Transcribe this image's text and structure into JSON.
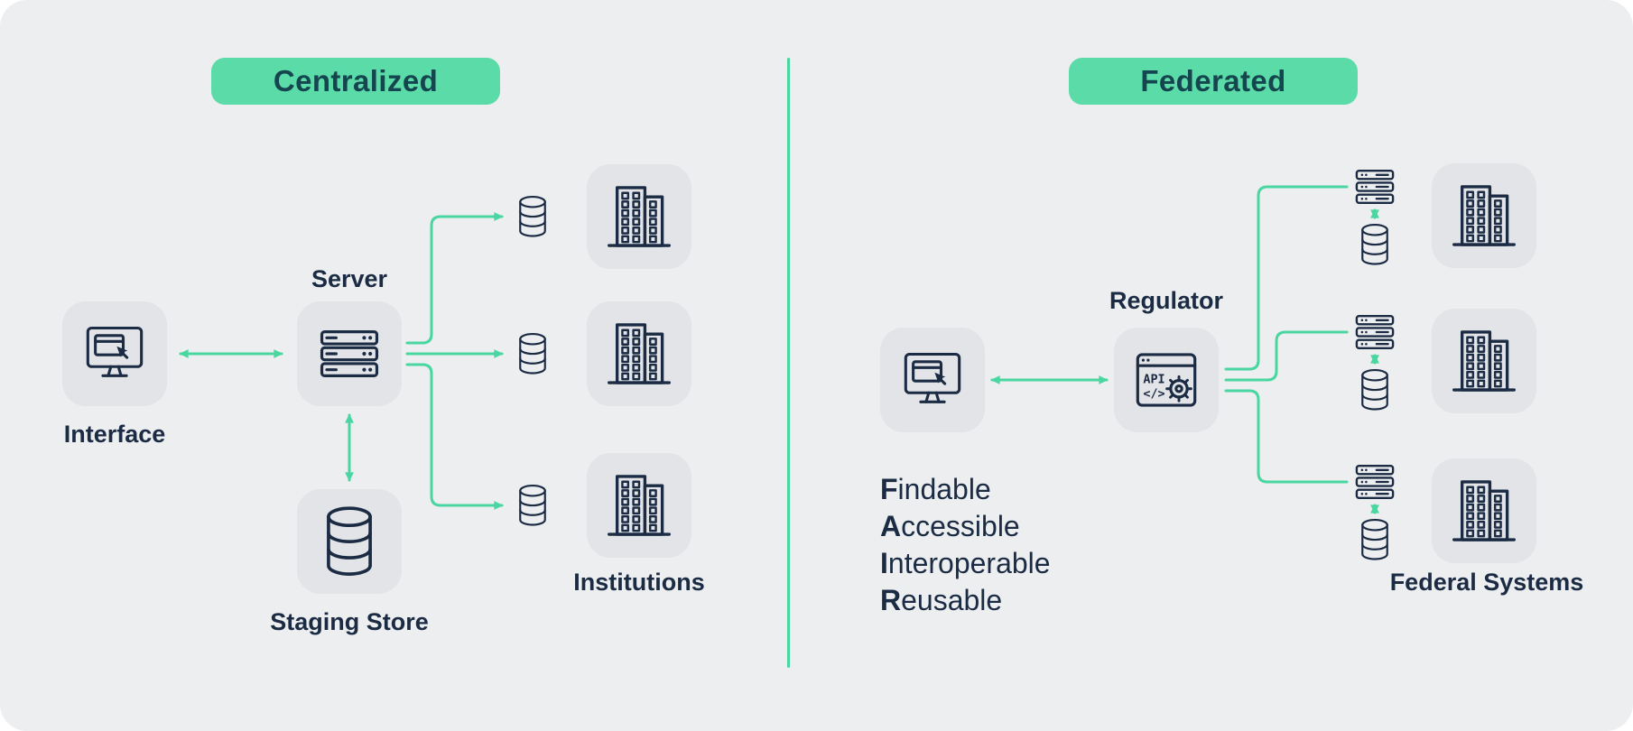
{
  "colors": {
    "background": "#eceef0",
    "badge_bg": "#5bdba8",
    "badge_text": "#15454e",
    "accent": "#49d6a0",
    "icon_stroke": "#1b2b43",
    "icon_box_bg": "#e2e4e7",
    "text": "#1b2b43"
  },
  "left": {
    "badge": "Centralized",
    "interface_label": "Interface",
    "server_label": "Server",
    "staging_store_label": "Staging Store",
    "institutions_label": "Institutions"
  },
  "right": {
    "badge": "Federated",
    "regulator_label": "Regulator",
    "federal_systems_label": "Federal Systems",
    "regulator_icon": {
      "api_text": "API",
      "code_text": "</>"
    },
    "fair": [
      {
        "initial": "F",
        "rest": "indable"
      },
      {
        "initial": "A",
        "rest": "ccessible"
      },
      {
        "initial": "I",
        "rest": "nteroperable"
      },
      {
        "initial": "R",
        "rest": "eusable"
      }
    ]
  },
  "icons": {
    "interface": "monitor-cursor-icon",
    "server": "server-rack-icon",
    "staging_store": "database-icon",
    "institution": "data-center-building-icon",
    "regulator": "api-browser-gear-icon",
    "federated_node": "server-stack-icon",
    "federated_store": "database-icon"
  }
}
